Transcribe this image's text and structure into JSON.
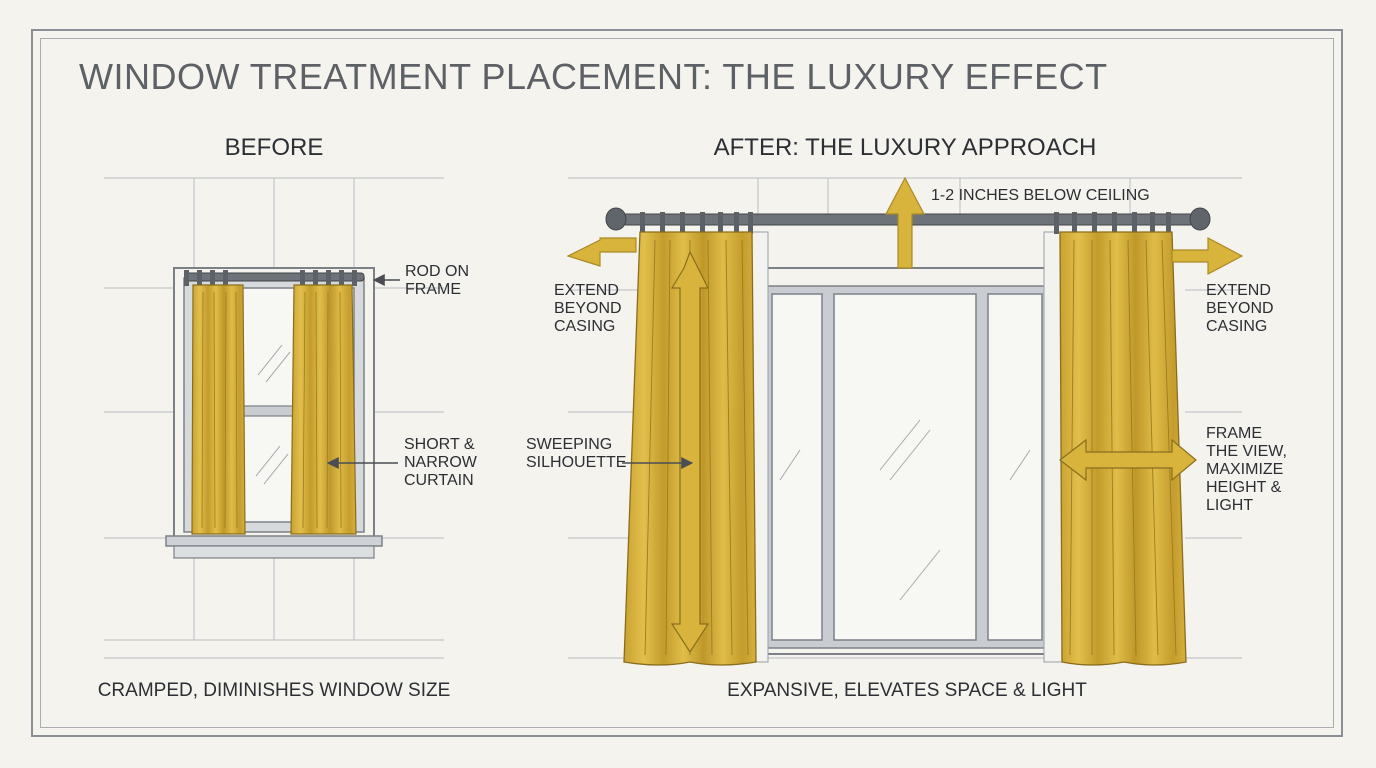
{
  "title": "WINDOW TREATMENT PLACEMENT: THE LUXURY EFFECT",
  "before": {
    "heading": "BEFORE",
    "label_rod": "ROD ON\nFRAME",
    "label_curtain": "SHORT &\nNARROW\nCURTAIN",
    "caption": "CRAMPED, DIMINISHES WINDOW SIZE"
  },
  "after": {
    "heading": "AFTER: THE LUXURY APPROACH",
    "label_ceiling": "1-2 INCHES BELOW CEILING",
    "label_extend_left": "EXTEND\nBEYOND\nCASING",
    "label_extend_right": "EXTEND\nBEYOND\nCASING",
    "label_silhouette": "SWEEPING\nSILHOUETTE",
    "label_frame": "FRAME\nTHE VIEW,\nMAXIMIZE\nHEIGHT &\nLIGHT",
    "caption": "EXPANSIVE, ELEVATES SPACE & LIGHT"
  },
  "colors": {
    "curtain": "#d9b43c",
    "curtain_shade": "#b8932a",
    "frame": "#a4a8ad",
    "rod": "#6d7379",
    "arrow": "#d9b43c",
    "background": "#f4f3ee"
  }
}
